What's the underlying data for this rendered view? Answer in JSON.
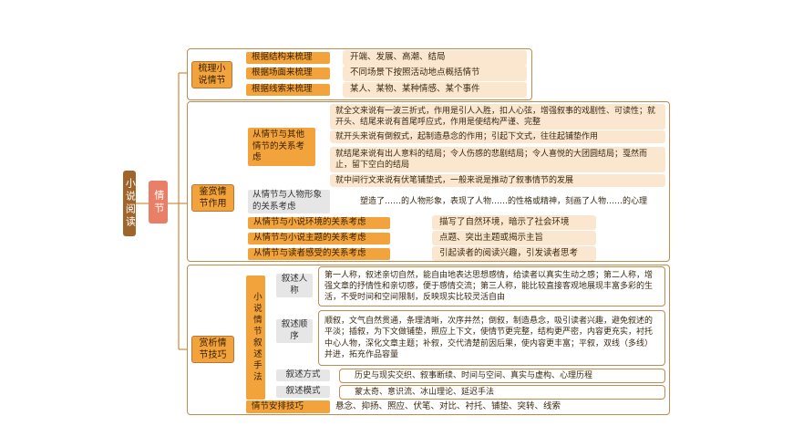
{
  "root": "小说阅读",
  "branch": "情节",
  "sections": {
    "s1": {
      "title": "梳理小说情节",
      "items": [
        {
          "label": "根据结构来梳理",
          "content": "开端、发展、高潮、结局"
        },
        {
          "label": "根据场面来梳理",
          "content": "不同场景下按照活动地点概括情节"
        },
        {
          "label": "根据线索来梳理",
          "content": "某人、某物、某种情感、某个事件"
        }
      ]
    },
    "s2": {
      "title": "鉴赏情节作用",
      "rel_other": "从情节与其他情节的关系考虑",
      "rel_other_items": [
        "就全文来说有一波三折式，作用是引人入胜，扣人心弦，增强叙事的戏剧性、可读性；就开头、结尾来说有首尾呼应式，作用是使结构严谨、完整",
        "就开头来说有倒叙式，起制造悬念的作用；引起下文式，往往起铺垫作用",
        "就结尾来说有出人意料的结局；令人伤感的悲剧结局；令人喜悦的大团圆结局；戛然而止，留下空白的结局",
        "就中间行文来说有伏笔铺垫式，一般来说是推动了叙事情节的发展"
      ],
      "rel_char": "从情节与人物形象的关系考虑",
      "rel_char_content": "塑造了……的人物形象，表现了人物……的性格或精神，刻画了人物……的心理",
      "rel_env": "从情节与小说环境的关系考虑",
      "rel_env_content": "描写了自然环境，暗示了社会环境",
      "rel_theme": "从情节与小说主题的关系考虑",
      "rel_theme_content": "点题、突出主题或揭示主旨",
      "rel_reader": "从情节与读者感受的关系考虑",
      "rel_reader_content": "引起读者的阅读兴趣，引发读者思考"
    },
    "s3": {
      "title": "赏析情节技巧",
      "narr": "小说情节叙述手法",
      "person_label": "叙述人称",
      "person_content": "第一人称，叙述亲切自然，能自由地表达思想感情，给读者以真实生动之感；第二人称，增强文章的抒情性和亲切感，便于感情交流；第三人称，能比较直接客观地展现丰富多彩的生活，不受时间和空间限制，反映现实比较灵活自由",
      "order_label": "叙述顺序",
      "order_content": "顺叙，文气自然贯通，条理清晰，次序井然；倒叙，制造悬念，吸引读者兴趣，避免叙述的平淡；插叙，为下文做铺垫，照应上下文，使情节更完整，结构更严密，内容更充实，衬托中心人物，深化文章主题；补叙，交代清楚前因后果，使内容更丰富；平叙，双线（多线）并进，拓充作品容量",
      "way_label": "叙述方式",
      "way_content": "历史与现实交织、叙事断续、时间与空间、真实与虚构、心理历程",
      "mode_label": "叙述模式",
      "mode_content": "蒙太奇、意识流、冰山理论、延迟手法",
      "skill_label": "情节安排技巧",
      "skill_content": "悬念、抑扬、照应、伏笔、对比、衬托、铺垫、突转、线索"
    }
  }
}
